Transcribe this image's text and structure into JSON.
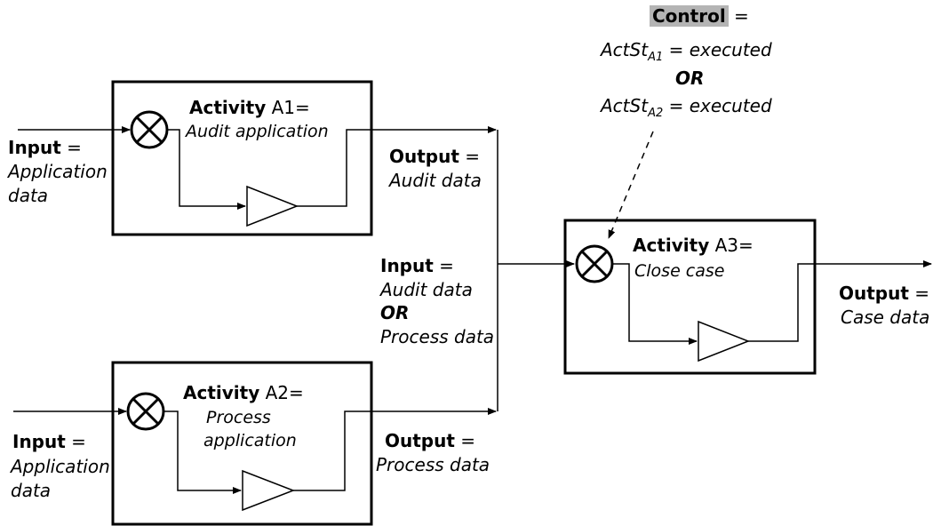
{
  "activity_a1": {
    "keyword": "Activity",
    "id": "A1=",
    "name": "Audit application",
    "input_key": "Input",
    "input_eq": "=",
    "input_line1": "Application",
    "input_line2": "data",
    "output_key": "Output",
    "output_eq": "=",
    "output_value": "Audit data"
  },
  "activity_a2": {
    "keyword": "Activity",
    "id": "A2=",
    "name_line1": "Process",
    "name_line2": "application",
    "input_key": "Input",
    "input_eq": "=",
    "input_line1": "Application",
    "input_line2": "data",
    "output_key": "Output",
    "output_eq": "=",
    "output_value": "Process data"
  },
  "merge_input": {
    "key": "Input",
    "eq": "=",
    "line1": "Audit data",
    "op": "OR",
    "line2": "Process data"
  },
  "activity_a3": {
    "keyword": "Activity",
    "id": "A3=",
    "name": "Close case",
    "output_key": "Output",
    "output_eq": "=",
    "output_value": "Case data"
  },
  "control": {
    "key": "Control",
    "eq": "=",
    "cond1_base": "ActSt",
    "cond1_sub": "A1",
    "cond1_rest": " = executed",
    "op": "OR",
    "cond2_base": "ActSt",
    "cond2_sub": "A2",
    "cond2_rest": " = executed",
    "highlight_color": "#b4b4b4"
  }
}
